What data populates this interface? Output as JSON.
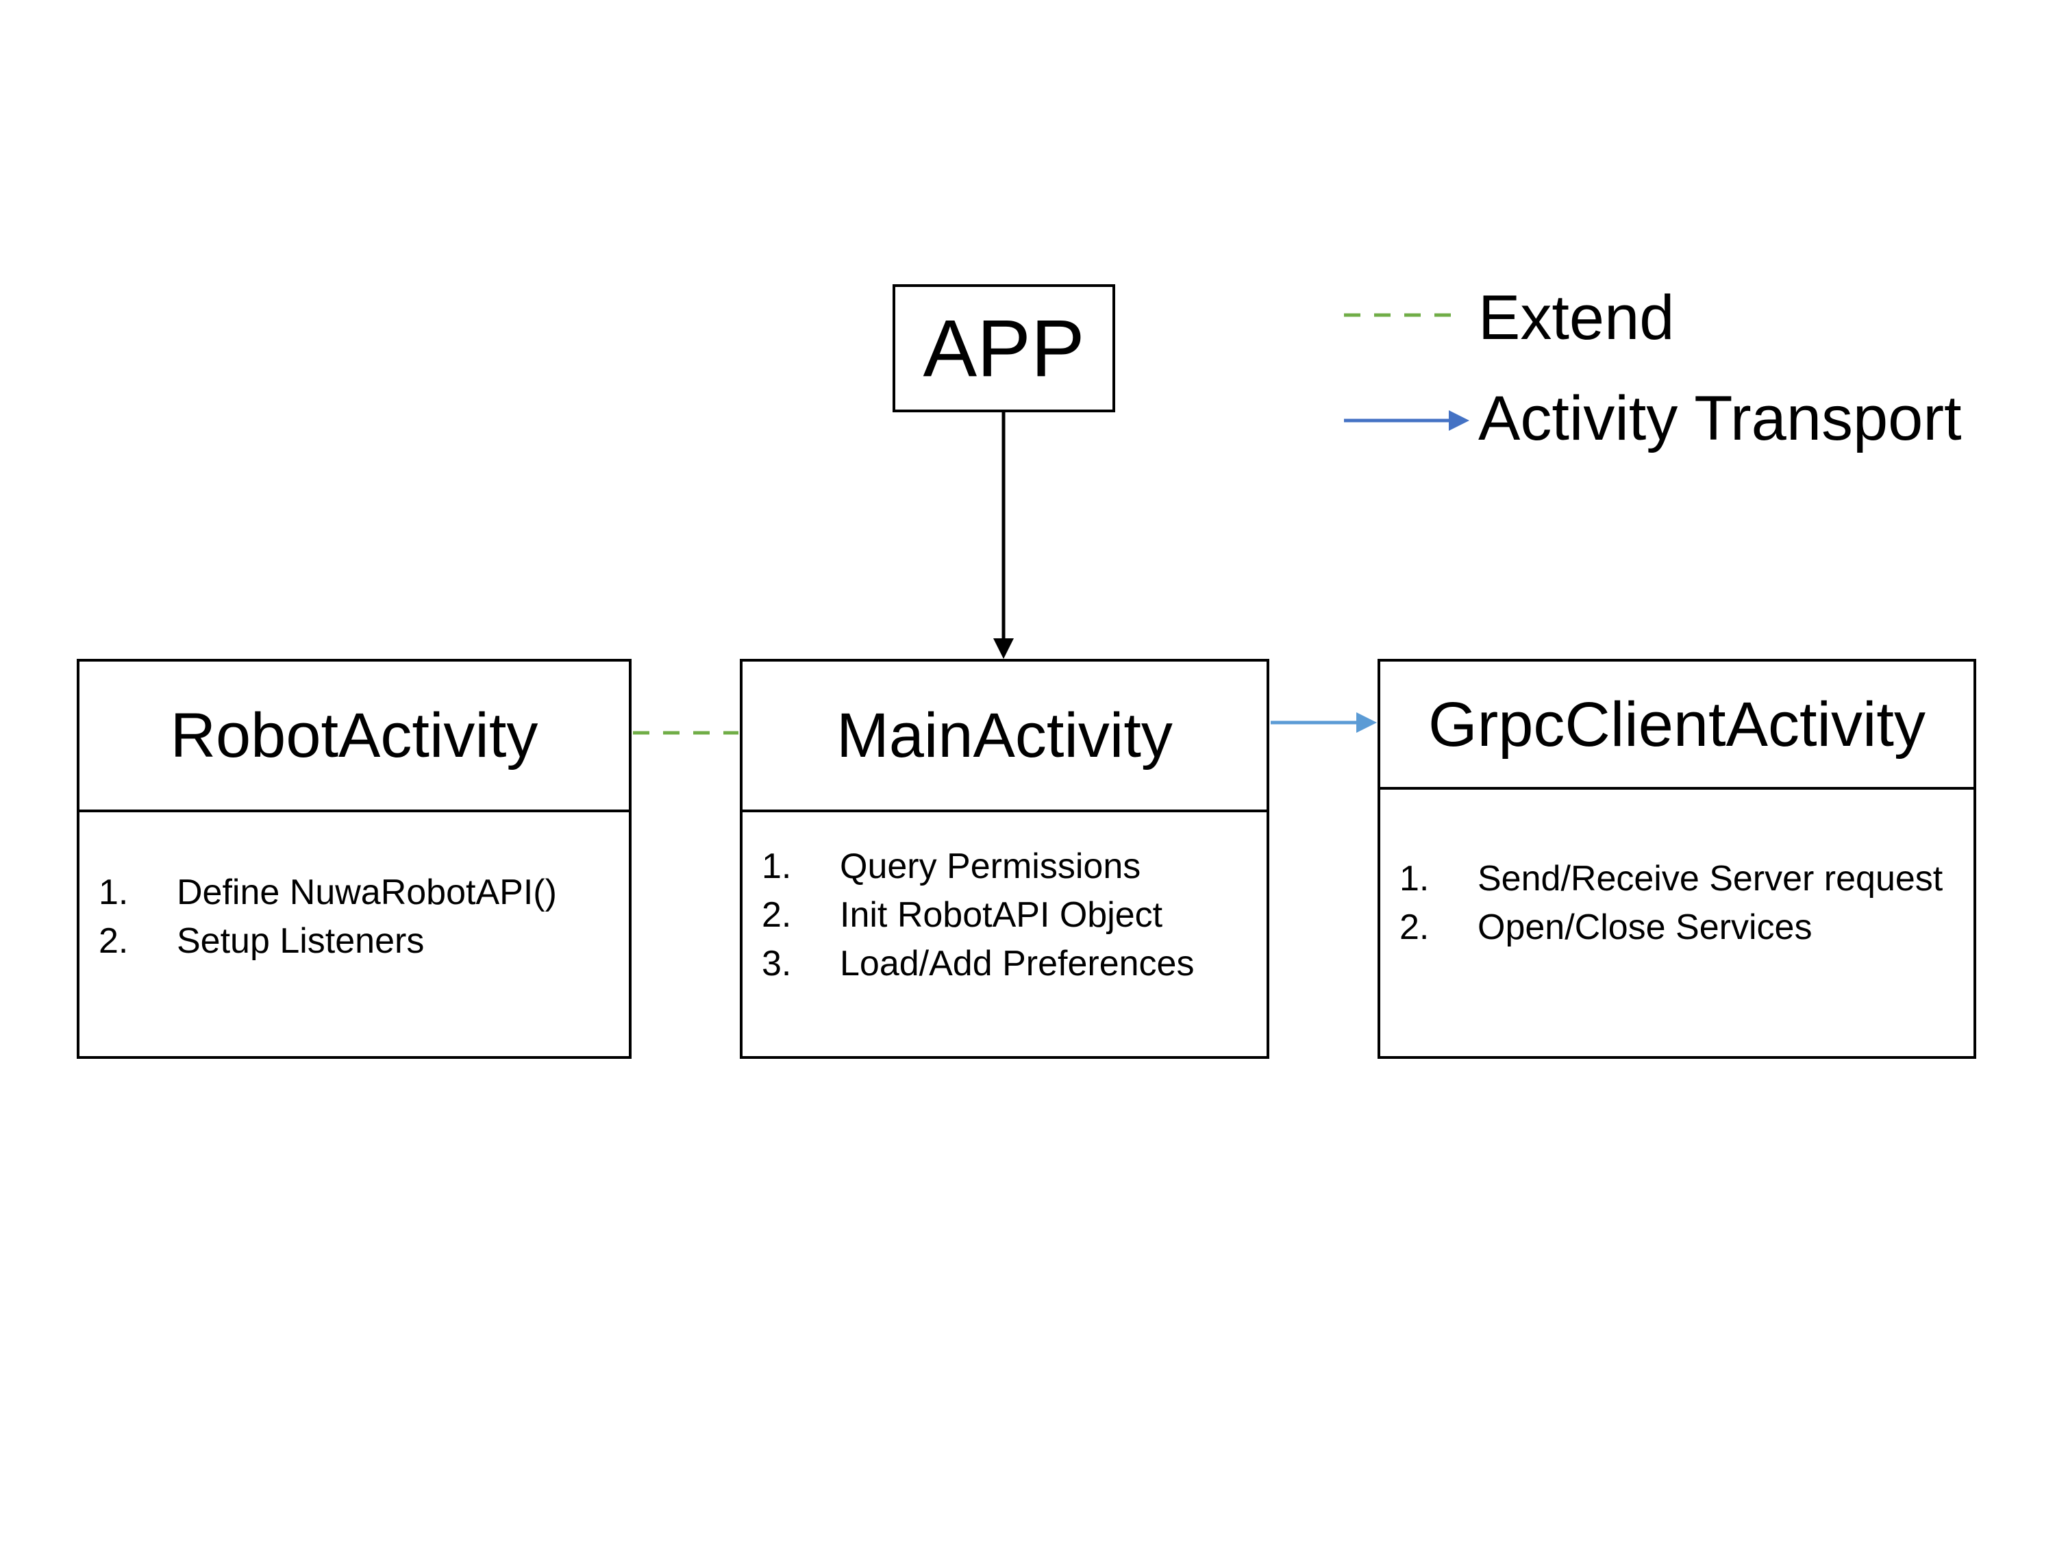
{
  "diagram": {
    "app": {
      "label": "APP"
    },
    "legend": {
      "extend_label": "Extend",
      "transport_label": "Activity Transport"
    },
    "nodes": {
      "robot": {
        "title": "RobotActivity",
        "items": [
          {
            "num": "1.",
            "text": "Define NuwaRobotAPI()"
          },
          {
            "num": "2.",
            "text": "Setup Listeners"
          }
        ]
      },
      "main": {
        "title": "MainActivity",
        "items": [
          {
            "num": "1.",
            "text": "Query Permissions"
          },
          {
            "num": "2.",
            "text": "Init RobotAPI Object"
          },
          {
            "num": "3.",
            "text": "Load/Add Preferences"
          }
        ]
      },
      "grpc": {
        "title": "GrpcClientActivity",
        "items": [
          {
            "num": "1.",
            "text": "Send/Receive Server request"
          },
          {
            "num": "2.",
            "text": "Open/Close Services"
          }
        ]
      }
    },
    "edges": [
      {
        "from": "APP",
        "to": "MainActivity",
        "style": "solid-arrow"
      },
      {
        "from": "RobotActivity",
        "to": "MainActivity",
        "style": "dashed",
        "kind": "Extend"
      },
      {
        "from": "MainActivity",
        "to": "GrpcClientActivity",
        "style": "arrow",
        "kind": "Activity Transport"
      }
    ],
    "colors": {
      "extend": "#70ad47",
      "transport_legend": "#4472c4",
      "transport_edge": "#5b9bd5",
      "border": "#000000"
    }
  }
}
